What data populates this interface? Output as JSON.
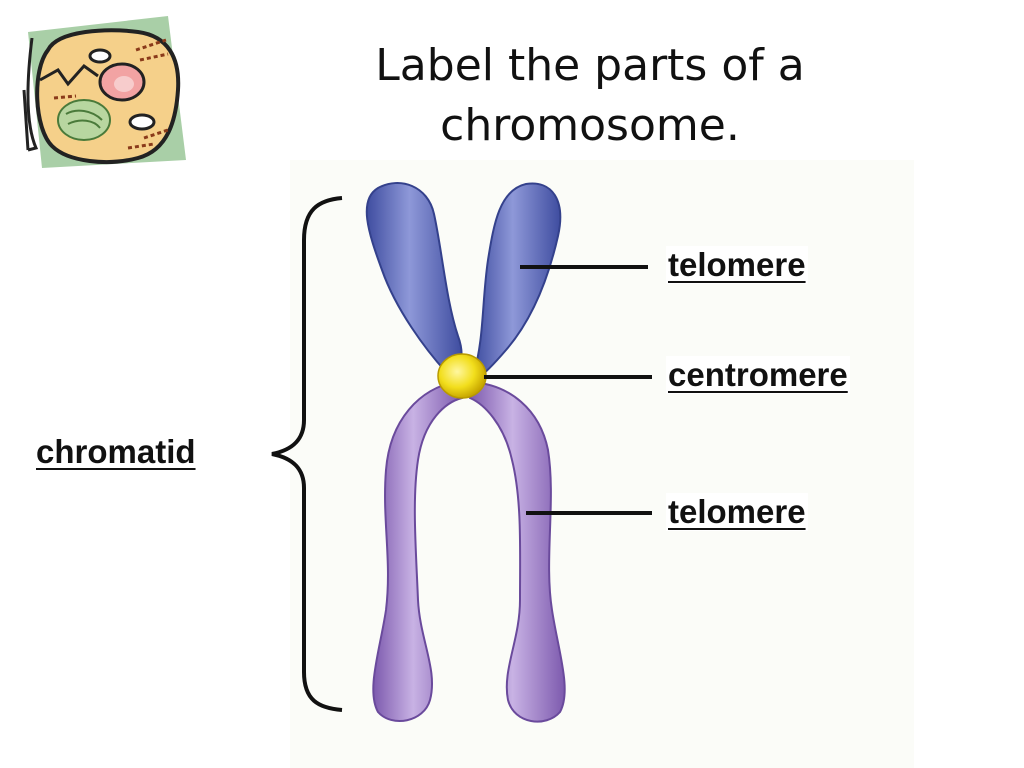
{
  "title": {
    "line1": "Label the parts of a",
    "line2": "chromosome."
  },
  "labels": {
    "telomere_top": "telomere",
    "centromere": "centromere",
    "telomere_bottom": "telomere",
    "chromatid": "chromatid"
  },
  "colors": {
    "upper_arm": "#5b68b8",
    "lower_arm": "#9a78c4",
    "centromere": "#f2de1c",
    "panel_bg": "#fbfcf8"
  },
  "icons": {
    "clipart": "cell-clipart-icon"
  }
}
